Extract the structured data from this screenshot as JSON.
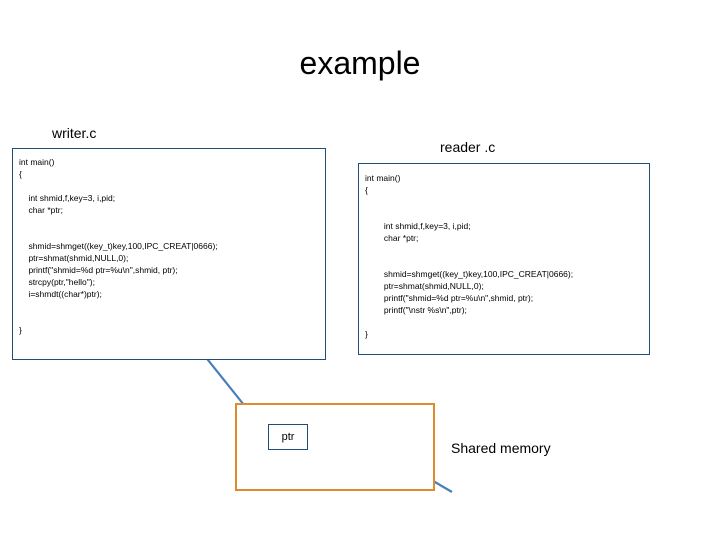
{
  "slide": {
    "title": "example",
    "writer": {
      "label": "writer.c",
      "code": "int main()\n{\n\n    int shmid,f,key=3, i,pid;\n    char *ptr;\n\n\n    shmid=shmget((key_t)key,100,IPC_CREAT|0666);\n    ptr=shmat(shmid,NULL,0);\n    printf(\"shmid=%d ptr=%u\\n\",shmid, ptr);\n    strcpy(ptr,\"hello\");\n    i=shmdt((char*)ptr);\n\n\n}"
    },
    "reader": {
      "label": "reader .c",
      "code": "int main()\n{\n\n\n        int shmid,f,key=3, i,pid;\n        char *ptr;\n\n\n        shmid=shmget((key_t)key,100,IPC_CREAT|0666);\n        ptr=shmat(shmid,NULL,0);\n        printf(\"shmid=%d ptr=%u\\n\",shmid, ptr);\n        printf(\"\\nstr %s\\n\",ptr);\n\n}"
    },
    "pointer_box": {
      "label": "ptr"
    },
    "shared_memory": {
      "label": "Shared memory"
    },
    "colors": {
      "box_border": "#1f4e79",
      "arrow": "#4a7ebb",
      "memory_border": "#e08a2e",
      "text": "#000000"
    }
  }
}
